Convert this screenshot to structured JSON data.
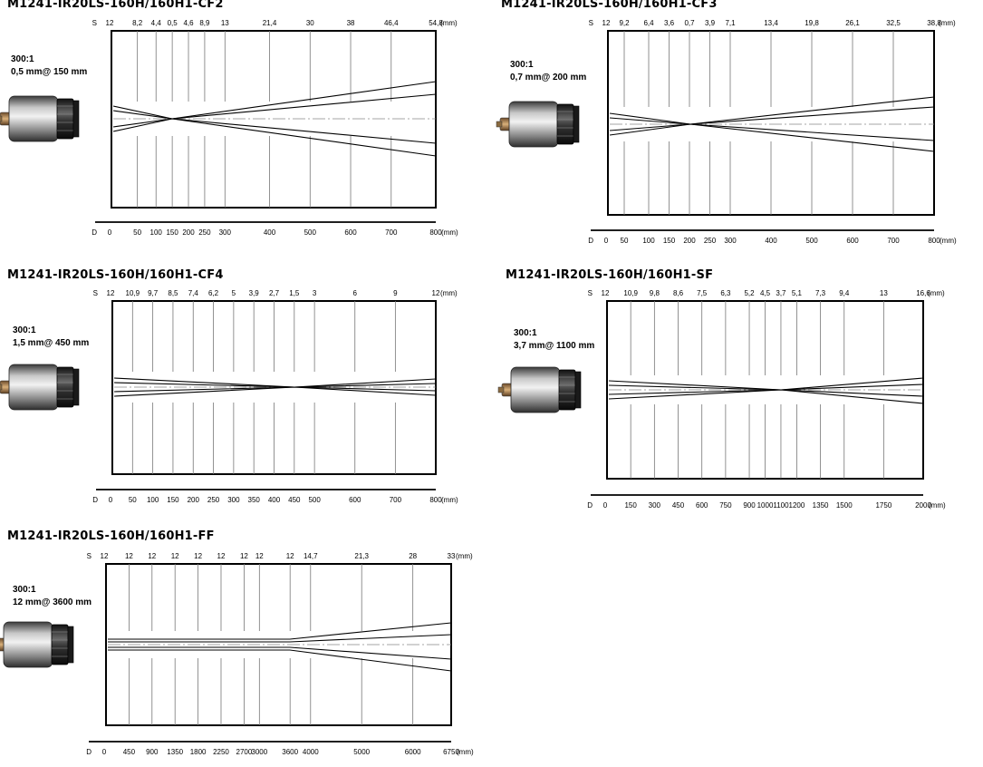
{
  "panels": [
    {
      "title": "M1241-IR20LS-160H/160H1-CF2",
      "ratio": "300:1",
      "spot": "0,5 mm@ 150 mm",
      "s_prefix": "S",
      "s_labels": [
        "12",
        "8,2",
        "4,4",
        "0,5",
        "4,6",
        "8,9",
        "13",
        "21,4",
        "30",
        "38",
        "46,4",
        "54,8"
      ],
      "s_unit": "(mm)",
      "d_prefix": "D",
      "d_labels": [
        "0",
        "50",
        "100",
        "150",
        "200",
        "250",
        "300",
        "400",
        "500",
        "600",
        "700",
        "800"
      ],
      "d_unit": "(mm)"
    },
    {
      "title": "M1241-IR20LS-160H/160H1-CF3",
      "ratio": "300:1",
      "spot": "0,7 mm@ 200 mm",
      "s_prefix": "S",
      "s_labels": [
        "12",
        "9,2",
        "6,4",
        "3,6",
        "0,7",
        "3,9",
        "7,1",
        "13,4",
        "19,8",
        "26,1",
        "32,5",
        "38,8"
      ],
      "s_unit": "(mm)",
      "d_prefix": "D",
      "d_labels": [
        "0",
        "50",
        "100",
        "150",
        "200",
        "250",
        "300",
        "400",
        "500",
        "600",
        "700",
        "800"
      ],
      "d_unit": "(mm)"
    },
    {
      "title": "M1241-IR20LS-160H/160H1-CF4",
      "ratio": "300:1",
      "spot": "1,5 mm@ 450 mm",
      "s_prefix": "S",
      "s_labels": [
        "12",
        "10,9",
        "9,7",
        "8,5",
        "7,4",
        "6,2",
        "5",
        "3,9",
        "2,7",
        "1,5",
        "3",
        "6",
        "9",
        "12"
      ],
      "s_unit": "(mm)",
      "d_prefix": "D",
      "d_labels": [
        "0",
        "50",
        "100",
        "150",
        "200",
        "250",
        "300",
        "350",
        "400",
        "450",
        "500",
        "600",
        "700",
        "800"
      ],
      "d_unit": "(mm)"
    },
    {
      "title": "M1241-IR20LS-160H/160H1-SF",
      "ratio": "300:1",
      "spot": "3,7 mm@ 1100 mm",
      "s_prefix": "S",
      "s_labels": [
        "12",
        "10,9",
        "9,8",
        "8,6",
        "7,5",
        "6,3",
        "5,2",
        "4,5",
        "3,7",
        "5,1",
        "7,3",
        "9,4",
        "13",
        "16,6"
      ],
      "s_unit": "(mm)",
      "d_prefix": "D",
      "d_labels": [
        "0",
        "150",
        "300",
        "450",
        "600",
        "750",
        "900",
        "1000",
        "1100",
        "1200",
        "1350",
        "1500",
        "1750",
        "2000"
      ],
      "d_unit": "(mm)"
    },
    {
      "title": "M1241-IR20LS-160H/160H1-FF",
      "ratio": "300:1",
      "spot": "12 mm@ 3600 mm",
      "s_prefix": "S",
      "s_labels": [
        "12",
        "12",
        "12",
        "12",
        "12",
        "12",
        "12",
        "12",
        "12",
        "14,7",
        "21,3",
        "28",
        "33"
      ],
      "s_unit": "(mm)",
      "d_prefix": "D",
      "d_labels": [
        "0",
        "450",
        "900",
        "1350",
        "1800",
        "2250",
        "2700",
        "3000",
        "3600",
        "4000",
        "5000",
        "6000",
        "6750"
      ],
      "d_unit": "(mm)"
    }
  ]
}
